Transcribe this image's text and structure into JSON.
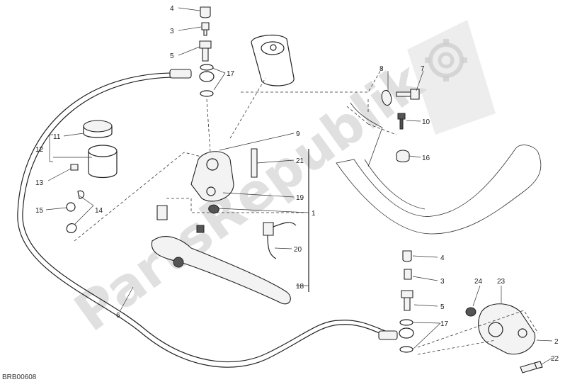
{
  "diagram": {
    "code": "BRB00608",
    "watermark": "PartsRepublik",
    "labels": {
      "l4a": "4",
      "l3a": "3",
      "l5a": "5",
      "l17a": "17",
      "l8": "8",
      "l7": "7",
      "l10": "10",
      "l16": "16",
      "l11": "11",
      "l12": "12",
      "l13": "13",
      "l15": "15",
      "l14": "14",
      "l9": "9",
      "l21": "21",
      "l19": "19",
      "l1": "1",
      "l20": "20",
      "l18": "18",
      "l6": "6",
      "l4b": "4",
      "l3b": "3",
      "l5b": "5",
      "l17b": "17",
      "l24": "24",
      "l23": "23",
      "l2": "2",
      "l22": "22"
    }
  }
}
